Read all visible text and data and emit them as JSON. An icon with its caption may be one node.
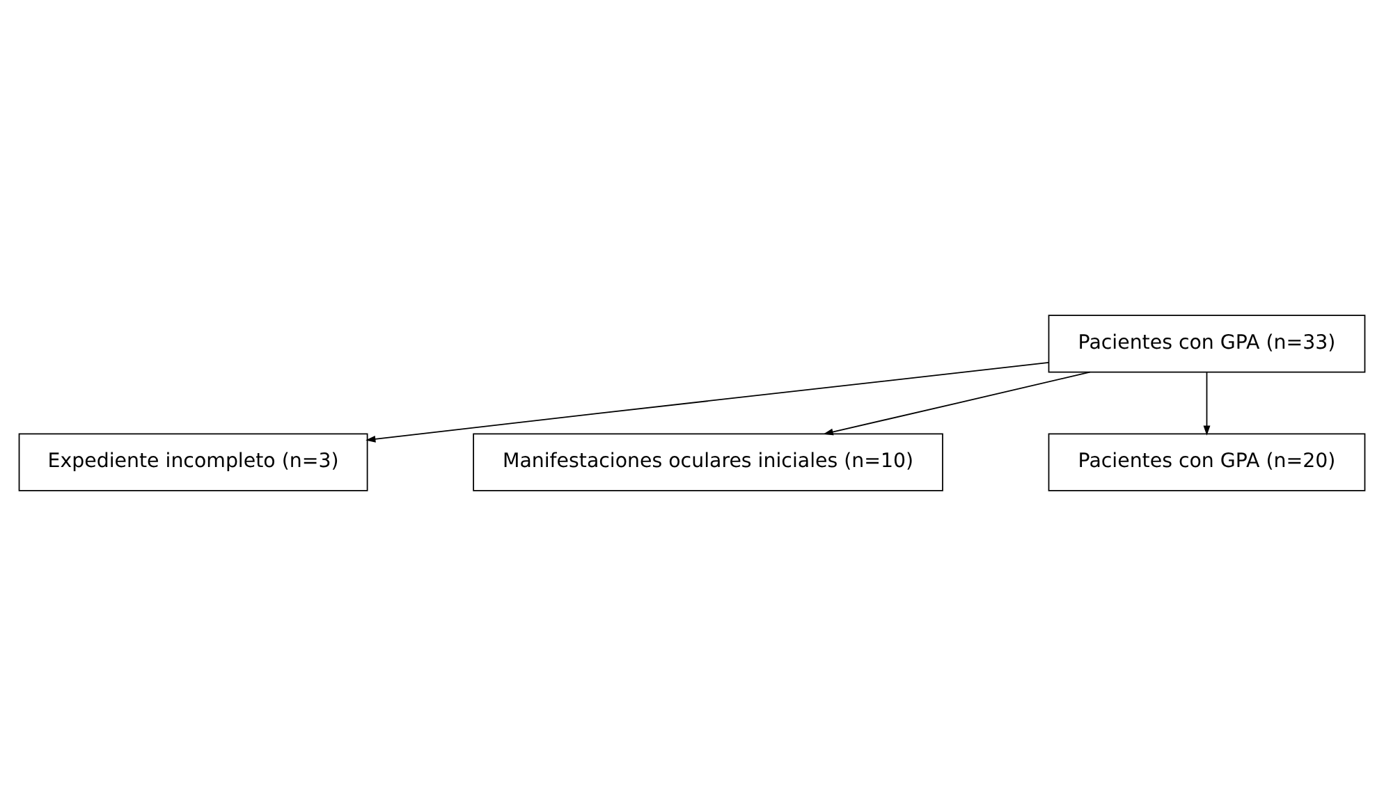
{
  "diagram": {
    "nodes": [
      {
        "text": [
          "Pacientes con GPA (n=33)"
        ]
      },
      {
        "text": [
          "Manifestaciones oculares iniciales (n=10)"
        ]
      },
      {
        "text": [
          "Expediente incompleto (n=3)"
        ]
      },
      {
        "text": [
          "Pacientes con GPA (n=20)"
        ]
      }
    ],
    "edges": [
      {
        "from": 0,
        "to": 1,
        "arrow": "to"
      },
      {
        "from": 0,
        "to": 2,
        "arrow": "to"
      },
      {
        "from": 0,
        "to": 3,
        "arrow": "to"
      }
    ]
  }
}
